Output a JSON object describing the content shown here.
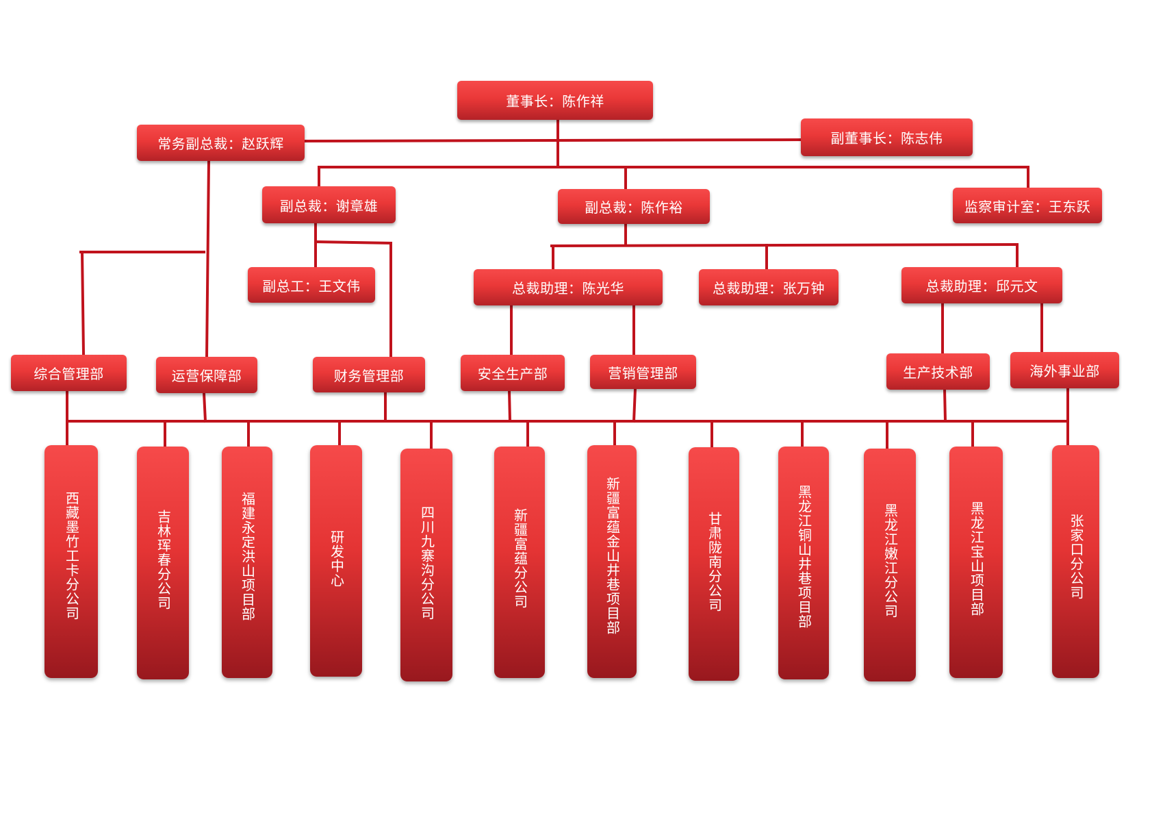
{
  "colors": {
    "line": "#c0121c",
    "box_top": "#f64a4a",
    "box_bottom": "#b42227",
    "text": "#ffffff"
  },
  "top": {
    "chairman": "董事长：陈作祥",
    "vice_chairman": "副董事长：陈志伟",
    "exec_vp": "常务副总裁：赵跃辉"
  },
  "level2": {
    "vp_xie": "副总裁：谢章雄",
    "vp_chen": "副总裁：陈作裕",
    "audit": "监察审计室：王东跃"
  },
  "level3": {
    "deputy_engineer": "副总工：王文伟",
    "assistant_chen": "总裁助理：陈光华",
    "assistant_zhang": "总裁助理：张万钟",
    "assistant_qiu": "总裁助理：邱元文"
  },
  "departments": {
    "general_mgmt": "综合管理部",
    "operations": "运营保障部",
    "finance": "财务管理部",
    "safety": "安全生产部",
    "marketing": "营销管理部",
    "production_tech": "生产技术部",
    "overseas": "海外事业部"
  },
  "branches": [
    "西藏墨竹工卡分公司",
    "吉林珲春分公司",
    "福建永定洪山项目部",
    "研发中心",
    "四川九寨沟分公司",
    "新疆富蕴分公司",
    "新疆富蕴金山井巷项目部",
    "甘肃陇南分公司",
    "黑龙江铜山井巷项目部",
    "黑龙江嫩江分公司",
    "黑龙江宝山项目部",
    "张家口分公司"
  ]
}
